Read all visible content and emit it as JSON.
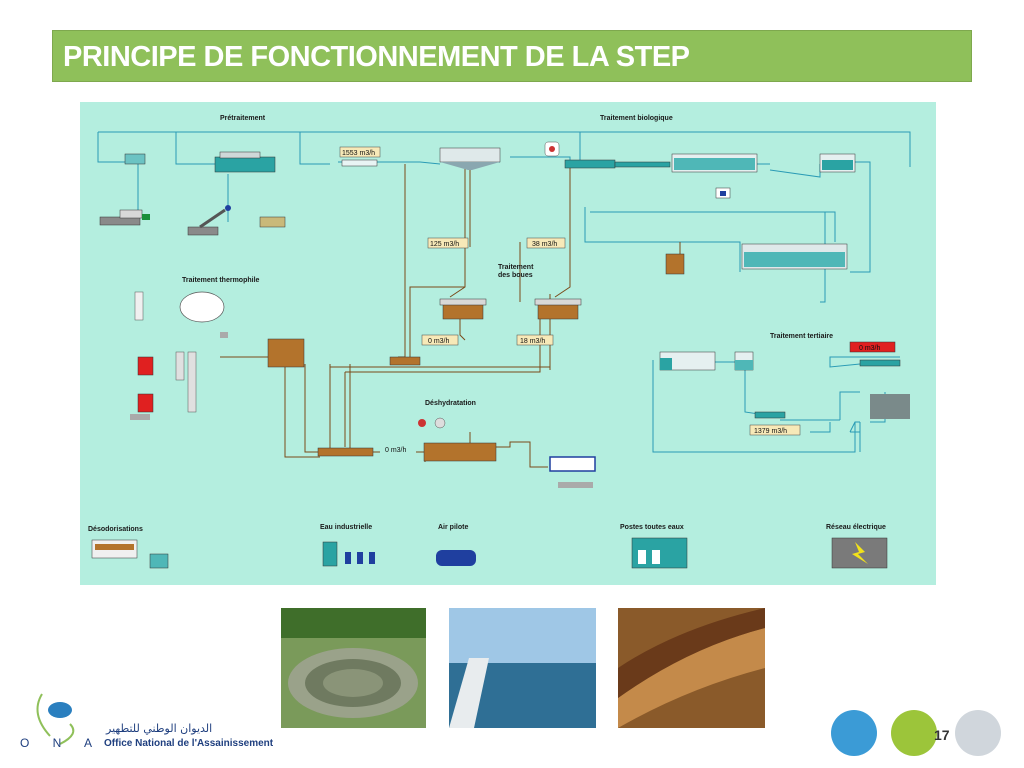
{
  "slide": {
    "title": "PRINCIPE DE FONCTIONNEMENT DE LA STEP",
    "page_number": "17"
  },
  "sections": {
    "pretraitement": "Prétraitement",
    "traitement_biologique": "Traitement biologique",
    "traitement_thermophile": "Traitement  thermophile",
    "traitement_boues_1": "Traitement",
    "traitement_boues_2": "des boues",
    "traitement_tertiaire": "Traitement tertiaire",
    "deshydratation": "Déshydratation",
    "desodorisations": "Désodorisations",
    "eau_industrielle": "Eau industrielle",
    "air_pilote": "Air pilote",
    "postes_toutes_eaux": "Postes toutes eaux",
    "reseau_electrique": "Réseau électrique"
  },
  "flow_rates": {
    "main_inflow": "1553 m3/h",
    "boues_125": "125 m3/h",
    "boues_38": "38 m3/h",
    "digester_a": "0 m3/h",
    "digester_b": "18 m3/h",
    "dewatering": "0 m3/h",
    "tertiary_alarm": "0 m3/h",
    "tertiary_out": "1379 m3/h"
  },
  "colors": {
    "title_bar": "#8fc05a",
    "diagram_bg": "#b4eedf",
    "pipe_water": "#2a9bb5",
    "pipe_sludge": "#7a4a1a",
    "alarm_red": "#e02020",
    "label_box": "#f7e9b8"
  },
  "logo": {
    "letters": "O N A",
    "arabic_name": "الديوان الوطني للتطهير",
    "name": "Office National de l'Assainissement"
  }
}
